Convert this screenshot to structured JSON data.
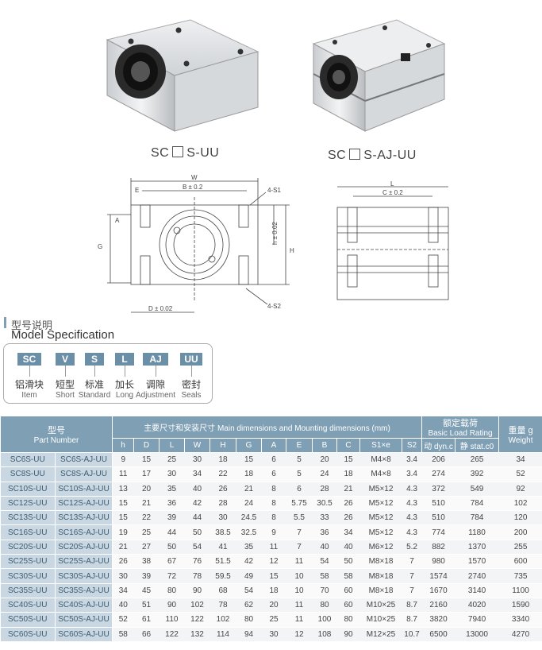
{
  "products": {
    "sc_label": "SC",
    "suffix1": "S-UU",
    "suffix2": "S-AJ-UU"
  },
  "drawing_labels": {
    "w": "W",
    "b": "B ± 0.2",
    "e": "E",
    "s1": "4-S1",
    "a": "A",
    "g": "G",
    "h_tol": "h ± 0.02",
    "h": "H",
    "d": "D ± 0.02",
    "s2": "4-S2",
    "l": "L",
    "c": "C ± 0.2"
  },
  "spec": {
    "title_cn": "型号说明",
    "title_en": "Model Specification",
    "codes": [
      {
        "code": "SC",
        "cn": "铝滑块",
        "en": "Item"
      },
      {
        "code": "V",
        "cn": "短型",
        "en": "Short"
      },
      {
        "code": "S",
        "cn": "标准",
        "en": "Standard"
      },
      {
        "code": "L",
        "cn": "加长",
        "en": "Long"
      },
      {
        "code": "AJ",
        "cn": "调隙",
        "en": "Adjustment"
      },
      {
        "code": "UU",
        "cn": "密封",
        "en": "Seals"
      }
    ]
  },
  "table": {
    "part_cn": "型号",
    "part_en": "Part Number",
    "dims_header": "主要尺寸和安装尺寸  Main dimensions and Mounting dimensions (mm)",
    "load_cn": "额定载荷",
    "load_en": "Basic Load Rating",
    "weight_cn": "重量 g",
    "weight_en": "Weight",
    "cols": [
      "h",
      "D",
      "L",
      "W",
      "H",
      "G",
      "A",
      "E",
      "B",
      "C",
      "S1×e",
      "S2",
      "动 dyn.c",
      "静 stat.c0"
    ],
    "rows": [
      [
        "SC6S-UU",
        "SC6S-AJ-UU",
        "9",
        "15",
        "25",
        "30",
        "18",
        "15",
        "6",
        "5",
        "20",
        "15",
        "M4×8",
        "3.4",
        "206",
        "265",
        "34"
      ],
      [
        "SC8S-UU",
        "SC8S-AJ-UU",
        "11",
        "17",
        "30",
        "34",
        "22",
        "18",
        "6",
        "5",
        "24",
        "18",
        "M4×8",
        "3.4",
        "274",
        "392",
        "52"
      ],
      [
        "SC10S-UU",
        "SC10S-AJ-UU",
        "13",
        "20",
        "35",
        "40",
        "26",
        "21",
        "8",
        "6",
        "28",
        "21",
        "M5×12",
        "4.3",
        "372",
        "549",
        "92"
      ],
      [
        "SC12S-UU",
        "SC12S-AJ-UU",
        "15",
        "21",
        "36",
        "42",
        "28",
        "24",
        "8",
        "5.75",
        "30.5",
        "26",
        "M5×12",
        "4.3",
        "510",
        "784",
        "102"
      ],
      [
        "SC13S-UU",
        "SC13S-AJ-UU",
        "15",
        "22",
        "39",
        "44",
        "30",
        "24.5",
        "8",
        "5.5",
        "33",
        "26",
        "M5×12",
        "4.3",
        "510",
        "784",
        "120"
      ],
      [
        "SC16S-UU",
        "SC16S-AJ-UU",
        "19",
        "25",
        "44",
        "50",
        "38.5",
        "32.5",
        "9",
        "7",
        "36",
        "34",
        "M5×12",
        "4.3",
        "774",
        "1180",
        "200"
      ],
      [
        "SC20S-UU",
        "SC20S-AJ-UU",
        "21",
        "27",
        "50",
        "54",
        "41",
        "35",
        "11",
        "7",
        "40",
        "40",
        "M6×12",
        "5.2",
        "882",
        "1370",
        "255"
      ],
      [
        "SC25S-UU",
        "SC25S-AJ-UU",
        "26",
        "38",
        "67",
        "76",
        "51.5",
        "42",
        "12",
        "11",
        "54",
        "50",
        "M8×18",
        "7",
        "980",
        "1570",
        "600"
      ],
      [
        "SC30S-UU",
        "SC30S-AJ-UU",
        "30",
        "39",
        "72",
        "78",
        "59.5",
        "49",
        "15",
        "10",
        "58",
        "58",
        "M8×18",
        "7",
        "1574",
        "2740",
        "735"
      ],
      [
        "SC35S-UU",
        "SC35S-AJ-UU",
        "34",
        "45",
        "80",
        "90",
        "68",
        "54",
        "18",
        "10",
        "70",
        "60",
        "M8×18",
        "7",
        "1670",
        "3140",
        "1100"
      ],
      [
        "SC40S-UU",
        "SC40S-AJ-UU",
        "40",
        "51",
        "90",
        "102",
        "78",
        "62",
        "20",
        "11",
        "80",
        "60",
        "M10×25",
        "8.7",
        "2160",
        "4020",
        "1590"
      ],
      [
        "SC50S-UU",
        "SC50S-AJ-UU",
        "52",
        "61",
        "110",
        "122",
        "102",
        "80",
        "25",
        "11",
        "100",
        "80",
        "M10×25",
        "8.7",
        "3820",
        "7940",
        "3340"
      ],
      [
        "SC60S-UU",
        "SC60S-AJ-UU",
        "58",
        "66",
        "122",
        "132",
        "114",
        "94",
        "30",
        "12",
        "108",
        "90",
        "M12×25",
        "10.7",
        "6500",
        "13000",
        "4270"
      ]
    ]
  }
}
